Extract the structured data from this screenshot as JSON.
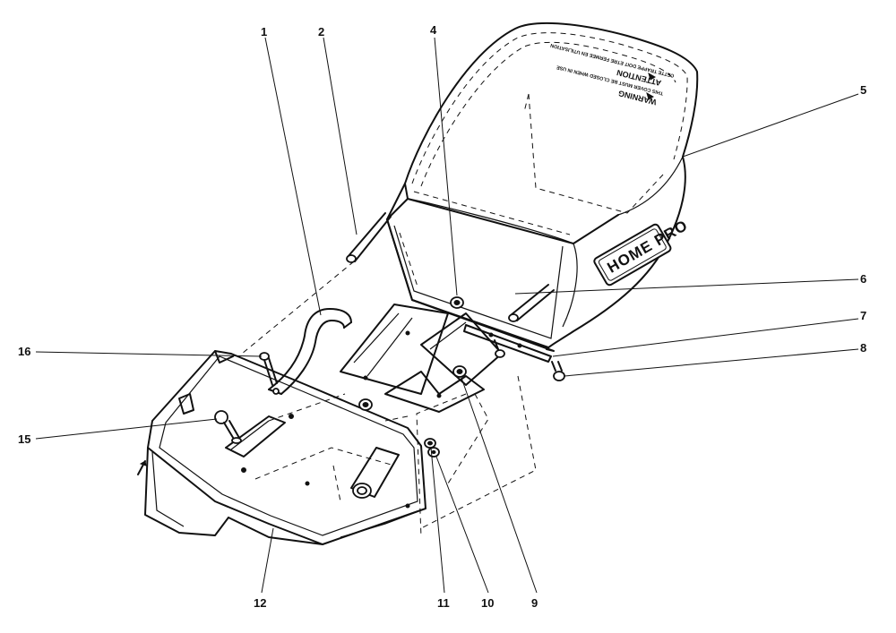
{
  "diagram": {
    "callouts": [
      {
        "id": "1",
        "label": "1"
      },
      {
        "id": "2",
        "label": "2"
      },
      {
        "id": "4",
        "label": "4"
      },
      {
        "id": "5",
        "label": "5"
      },
      {
        "id": "6",
        "label": "6"
      },
      {
        "id": "7",
        "label": "7"
      },
      {
        "id": "8",
        "label": "8"
      },
      {
        "id": "9",
        "label": "9"
      },
      {
        "id": "10",
        "label": "10"
      },
      {
        "id": "11",
        "label": "11"
      },
      {
        "id": "12",
        "label": "12"
      },
      {
        "id": "15",
        "label": "15"
      },
      {
        "id": "16",
        "label": "16"
      }
    ],
    "warning_label": {
      "line1": "WARNING",
      "line2": "THIS COVER MUST BE CLOSED WHEN IN USE",
      "line3": "ATTENTION",
      "line4": "CETTE TRAPPE DOIT ETRE FERMEE EN UTILISATION"
    },
    "brand_logo": "HOME PRO"
  }
}
